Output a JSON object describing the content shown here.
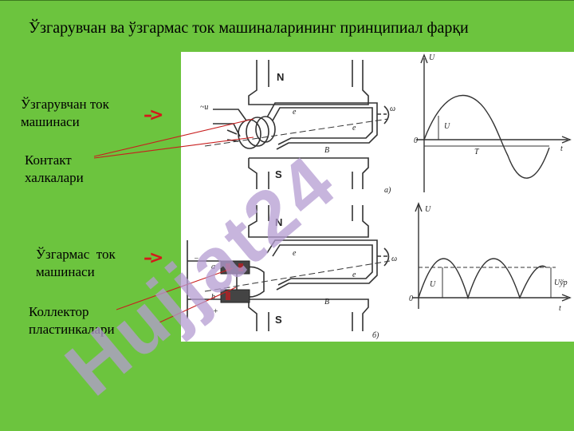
{
  "slide": {
    "title": "Ўзгарувчан ва ўзгармас ток машиналарининг принципиал фарқи",
    "labels": {
      "ac_machine": "Ўзгарувчан ток машинаси",
      "contact_rings": "Контакт халкалари",
      "dc_machine": "Ўзгармас  ток\nмашинаси",
      "commutator": "Коллектор пластинкалари"
    },
    "arrow_glyph": "–>",
    "watermark_text": "Hujjat24"
  },
  "diagram": {
    "pole_north": "N",
    "pole_south": "S",
    "voltage_symbol": "U",
    "emf_symbol": "e",
    "brush_label": "B",
    "omega_symbol": "ω",
    "time_axis": "t",
    "origin": "0",
    "period_label": "T",
    "average_label": "Uўр",
    "ac_input_label": "~u",
    "brush_a": "a",
    "brush_b": "b",
    "minus_sign": "−",
    "plus_sign": "+",
    "fig_a": "a)",
    "fig_b": "б)"
  },
  "colors": {
    "background": "#6cc43e",
    "arrow": "#d41a1a",
    "leader_line": "#c81e1e",
    "watermark": "#b49cd2"
  }
}
